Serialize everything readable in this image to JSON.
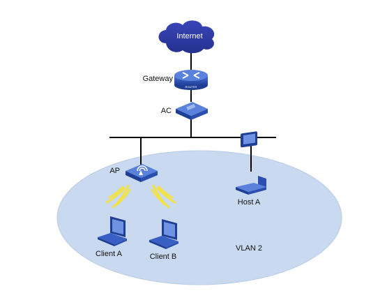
{
  "labels": {
    "internet": "Internet",
    "gateway": "Gateway",
    "router_badge": "ROUTER",
    "ac": "AC",
    "ap": "AP",
    "host_a": "Host A",
    "client_a": "Client A",
    "client_b": "Client B",
    "vlan": "VLAN 2"
  },
  "colors": {
    "cloud": "#2f3aa2",
    "device_blue": "#2b4fb0",
    "vlan_fill": "#c9d9ef",
    "wifi_waves": "#f2e24a",
    "line": "#000000"
  }
}
